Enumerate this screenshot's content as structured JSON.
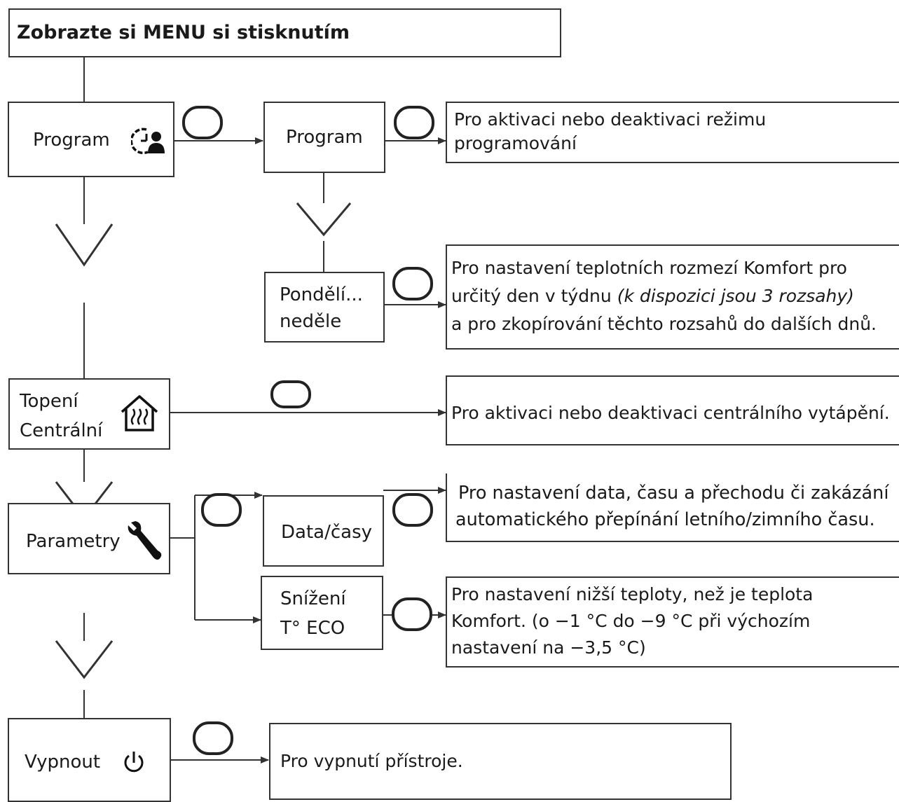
{
  "header": {
    "title": "Zobrazte si MENU si stisknutím"
  },
  "menu": {
    "program": "Program",
    "heating_line1": "Topení",
    "heating_line2": "Centrální",
    "parameters": "Parametry",
    "off": "Vypnout"
  },
  "submenu": {
    "program": "Program",
    "days_line1": "Pondělí...",
    "days_line2": "neděle",
    "datetime": "Data/časy",
    "eco_line1": "Snížení",
    "eco_line2": "T° ECO"
  },
  "descriptions": {
    "program_l1": "Pro aktivaci nebo deaktivaci režimu",
    "program_l2": "programování",
    "days_l1": "Pro nastavení teplotních rozmezí Komfort pro",
    "days_l2a": "určitý den v týdnu ",
    "days_l2b": "(k dispozici jsou 3 rozsahy)",
    "days_l3": "a pro zkopírování těchto rozsahů do dalších dnů.",
    "heating": "Pro aktivaci nebo deaktivaci centrálního vytápění.",
    "datetime_l1": "Pro nastavení data, času a přechodu či zakázání",
    "datetime_l2": "automatického přepínání letního/zimního času.",
    "eco_l1": "Pro nastavení nižší teploty, než je teplota",
    "eco_l2": "Komfort. (o −1 °C do −9 °C při výchozím",
    "eco_l3": "nastavení na −3,5 °C)",
    "off": "Pro vypnutí přístroje."
  },
  "icons": {
    "button": "oval-button-icon",
    "program": "clock-person-icon",
    "heating": "house-heat-icon",
    "parameters": "wrench-icon",
    "off": "power-icon",
    "next": "chevron-down-icon",
    "arrow": "arrow-right-icon"
  }
}
